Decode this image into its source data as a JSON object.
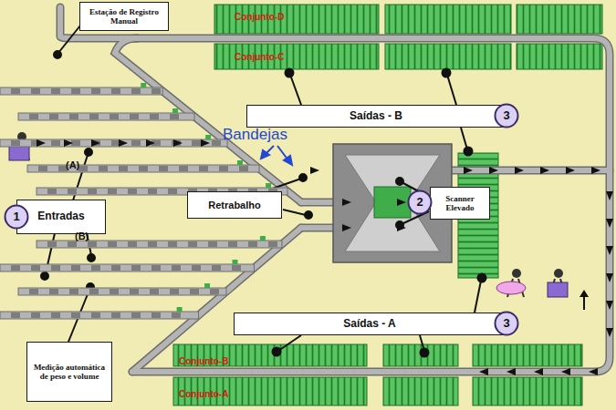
{
  "diagram": {
    "nodes": [
      {
        "text": [
          "Estação de Registro Manual"
        ]
      },
      {
        "text": [
          "Saídas - B"
        ]
      },
      {
        "text": [
          "3"
        ]
      },
      {
        "text": [
          "Retrabalho"
        ]
      },
      {
        "text": [
          "2"
        ]
      },
      {
        "text": [
          "Scanner Elevado"
        ]
      },
      {
        "text": [
          "1"
        ]
      },
      {
        "text": [
          "Entradas"
        ]
      },
      {
        "text": [
          "Saídas - A"
        ]
      },
      {
        "text": [
          "3"
        ]
      },
      {
        "text": [
          "Medição automática de peso e volume"
        ]
      }
    ],
    "labels": [
      "Conjunto-D",
      "Conjunto-C",
      "Conjunto-B",
      "Conjunto-A",
      "Bandejas",
      "(A)",
      "(B)"
    ]
  }
}
